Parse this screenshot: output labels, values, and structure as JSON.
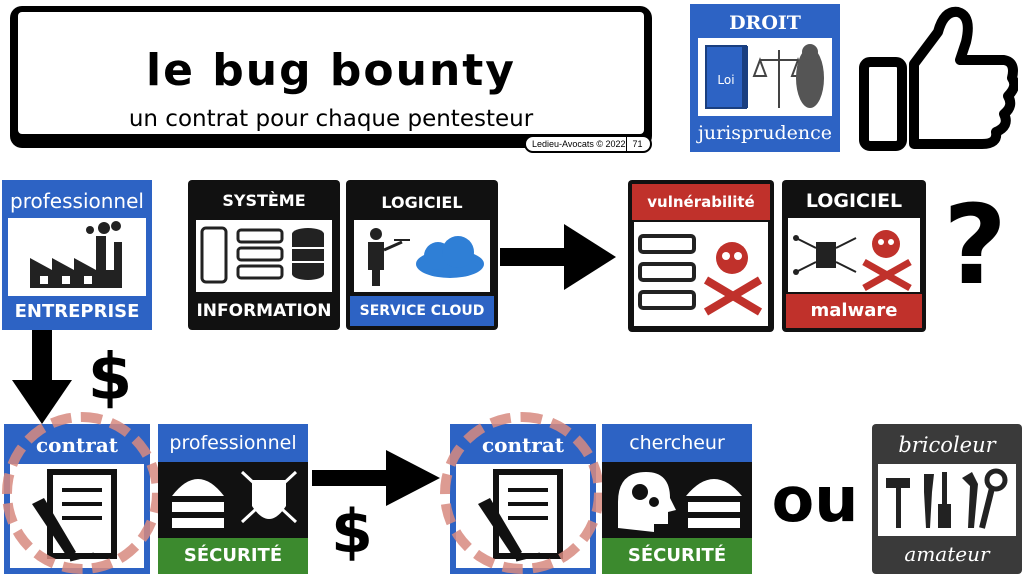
{
  "title": "le bug bounty",
  "subtitle": "un contrat pour chaque pentesteur",
  "credit": "Ledieu-Avocats © 2022",
  "page_number": "71",
  "droit_card": {
    "top": "DROIT",
    "book_label": "Loi",
    "bottom": "jurisprudence"
  },
  "entreprise_card": {
    "top": "professionnel",
    "bottom": "ENTREPRISE"
  },
  "systeme_card": {
    "top": "SYSTÈME",
    "bottom": "INFORMATION"
  },
  "logiciel_cloud_card": {
    "top": "LOGICIEL",
    "bottom": "SERVICE CLOUD"
  },
  "vulnerabilite_card": {
    "top": "vulnérabilité"
  },
  "malware_card": {
    "top": "LOGICIEL",
    "bottom": "malware"
  },
  "question_mark": "?",
  "dollar_1": "$",
  "dollar_2": "$",
  "contrat_card_1": {
    "top": "contrat"
  },
  "securite_pro_card": {
    "top": "professionnel",
    "bottom": "SÉCURITÉ"
  },
  "contrat_card_2": {
    "top": "contrat"
  },
  "chercheur_card": {
    "top": "chercheur",
    "bottom": "SÉCURITÉ"
  },
  "ou_text": "ou",
  "bricoleur_card": {
    "top": "bricoleur",
    "bottom": "amateur"
  },
  "colors": {
    "blue": "#2d63c4",
    "red": "#c0312b",
    "green": "#3c8a2e",
    "gray": "#3a3a3a",
    "ring": "#d88a80"
  }
}
